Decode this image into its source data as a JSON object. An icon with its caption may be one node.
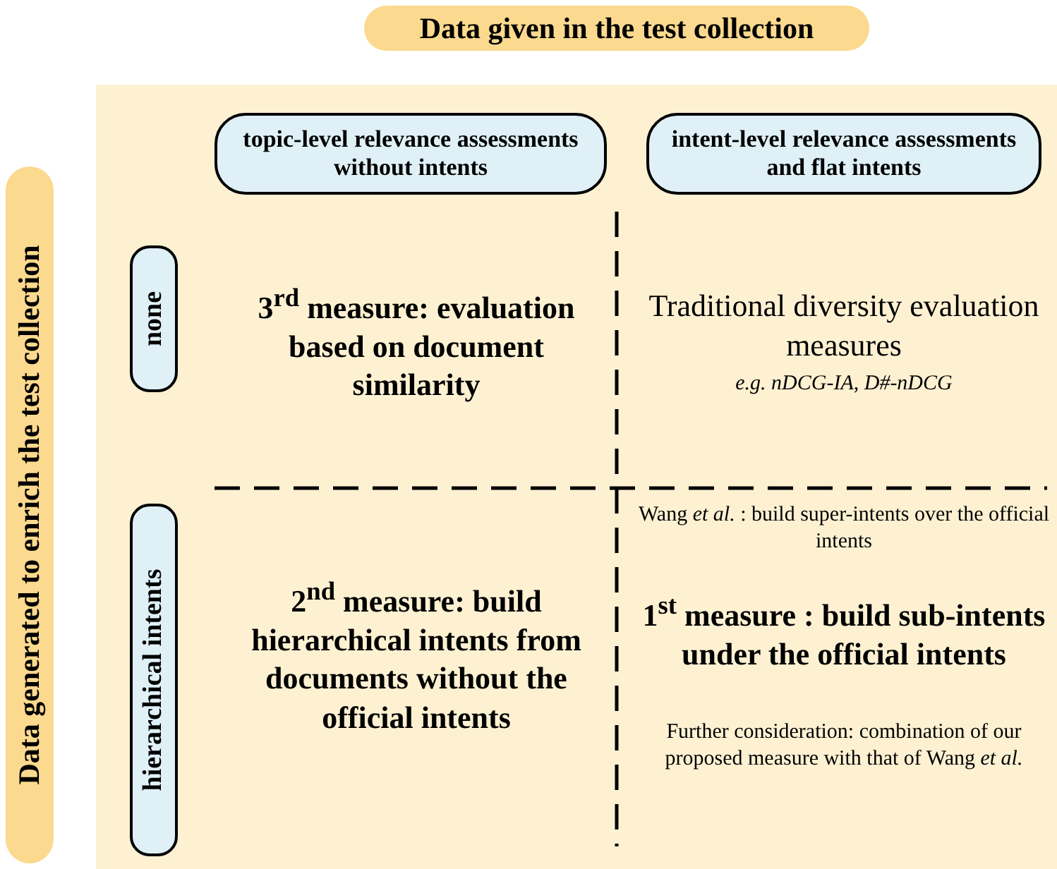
{
  "diagram": {
    "title": "Data given in the test collection",
    "nodes": [
      {
        "text": [
          "Data generated to enrich the test collection"
        ]
      },
      {
        "text": [
          "topic-level relevance assessments without intents"
        ]
      },
      {
        "text": [
          "intent-level relevance assessments and flat intents"
        ]
      },
      {
        "text": [
          "none"
        ]
      },
      {
        "text": [
          "hierarchical intents"
        ]
      }
    ],
    "labels": [
      "3$^{rd}$ measure: evaluation based on document similarity",
      "Traditional diversity evaluation measures",
      "e.g. nDCG-IA, D#-nDCG",
      "2$^{nd}$ measure: build hierarchical intents from documents without the official intents",
      "Wang *et al.* : build super-intents over the official intents",
      "1$^{st}$ measure : build sub-intents under the official intents",
      "Further consideration: combination of our proposed measure with that of Wang *et al.*"
    ]
  }
}
